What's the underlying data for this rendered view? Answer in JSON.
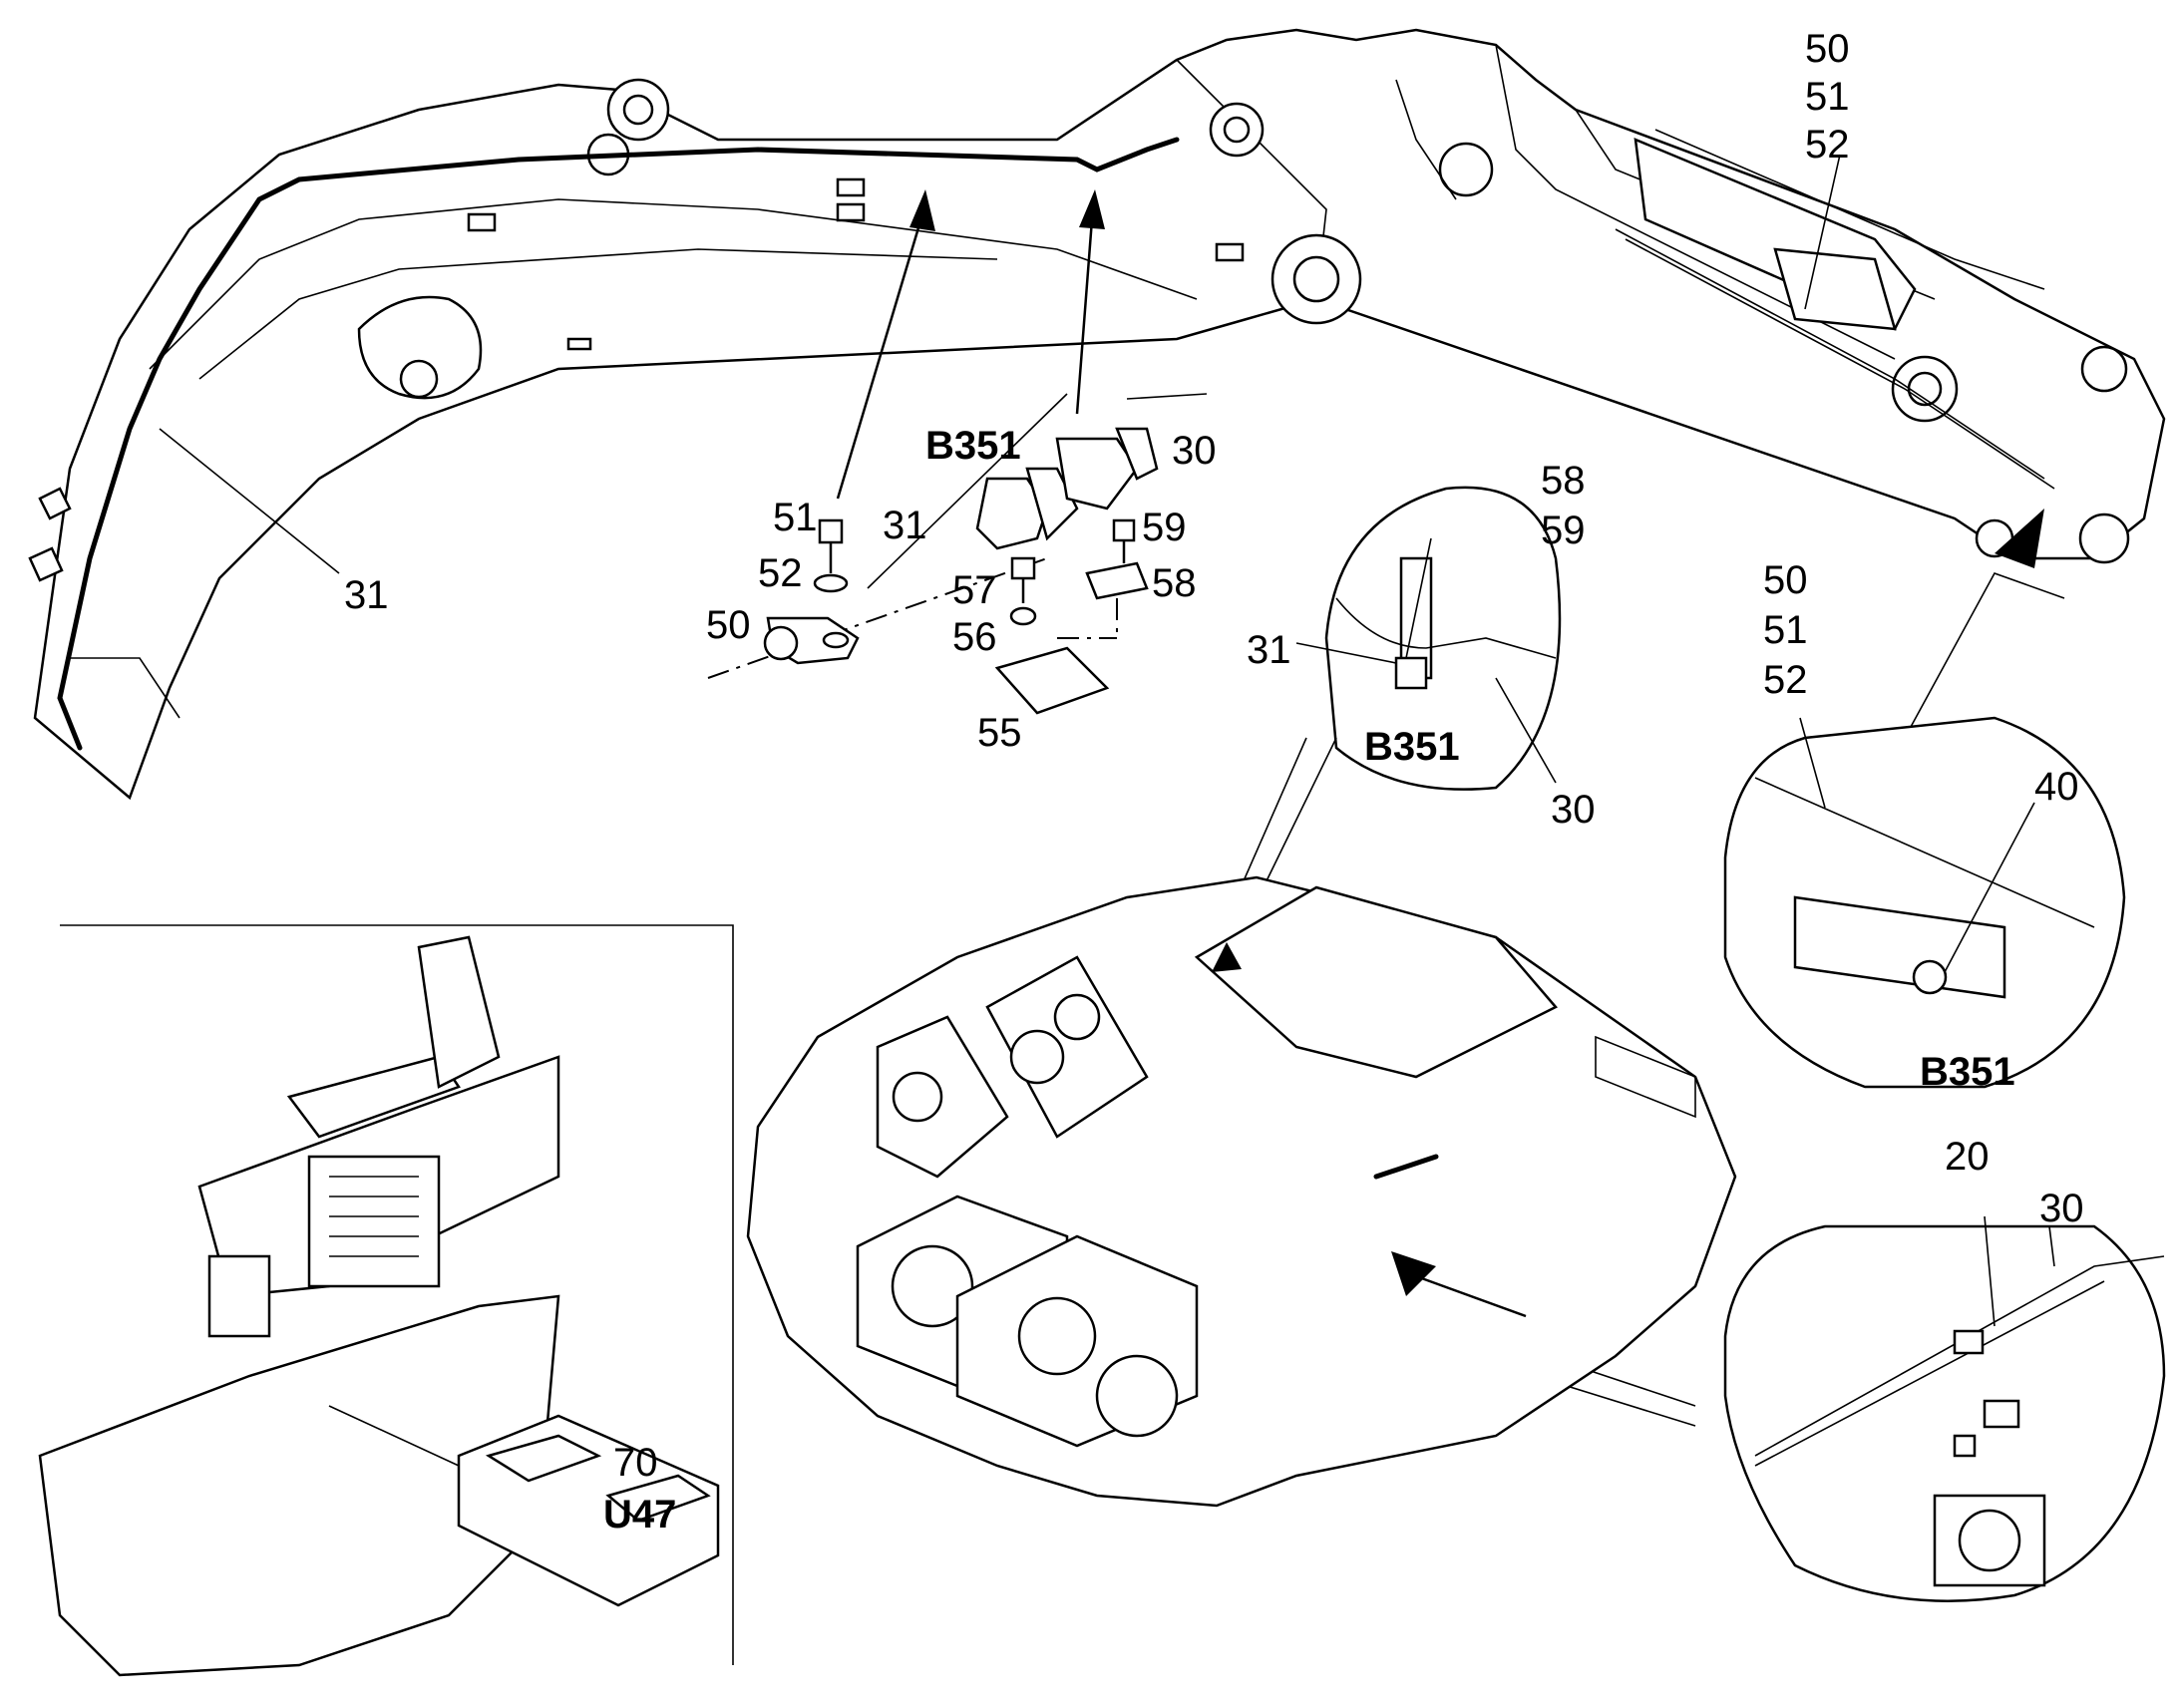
{
  "callouts": {
    "boom_harness": "31",
    "top_right_group": [
      "50",
      "51",
      "52"
    ],
    "sensor_top": "B351",
    "cable_30_top": "30",
    "item_51": "51",
    "item_31_mid": "31",
    "item_59_top": "59",
    "item_52": "52",
    "item_57": "57",
    "item_58_top": "58",
    "item_50": "50",
    "item_56": "56",
    "item_55": "55",
    "detail_group_58_59": [
      "58",
      "59"
    ],
    "detail_31": "31",
    "detail_B351": "B351",
    "detail_30": "30",
    "right_group": [
      "50",
      "51",
      "52"
    ],
    "item_40": "40",
    "right_B351": "B351",
    "item_20": "20",
    "item_30_bottom": "30",
    "item_70": "70",
    "module_U47": "U47"
  }
}
